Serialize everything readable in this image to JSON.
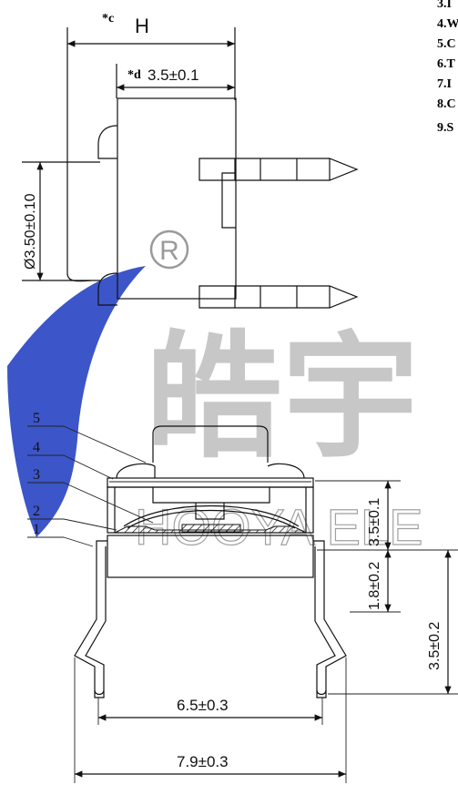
{
  "top_view": {
    "dim_h_marker": "*c",
    "dim_h_label": "H",
    "dim_d_marker": "*d",
    "dim_d_value": "3.5±0.1",
    "dim_diameter": "Ø3.50±0.10"
  },
  "notes": [
    "3.I",
    "4.W",
    "5.C",
    "6.T",
    "7.I",
    "8.C",
    "9.S"
  ],
  "watermark": {
    "registered_mark": "R",
    "chinese": "皓宇",
    "english": "HOOYA ELE"
  },
  "side_view": {
    "callouts": [
      "5",
      "4",
      "3",
      "2",
      "1"
    ],
    "dim_body_height": "3.5±0.1",
    "dim_leg_upper": "1.8±0.2",
    "dim_leg_total": "3.5±0.2",
    "dim_inner_width": "6.5±0.3",
    "dim_outer_width": "7.9±0.3"
  },
  "colors": {
    "watermark_blue": "#3c55c8",
    "watermark_gray": "#9a9a9a",
    "line": "#111111"
  }
}
